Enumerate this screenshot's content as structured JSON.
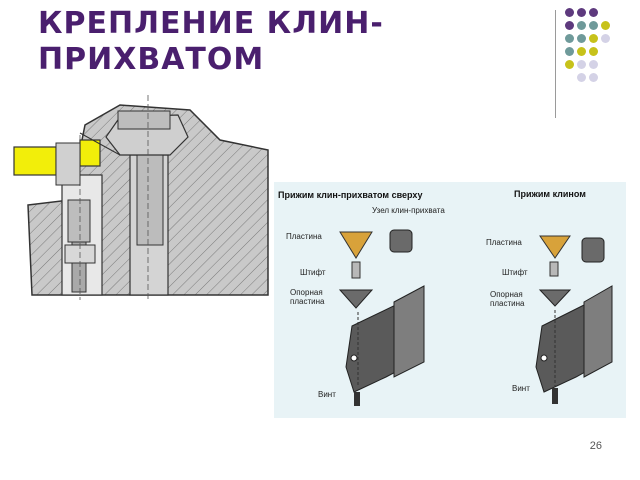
{
  "slide": {
    "title": "КРЕПЛЕНИЕ КЛИН-ПРИХВАТОМ",
    "page_number": "26"
  },
  "figure": {
    "left_heading": "Прижим клин-прихватом сверху",
    "right_heading": "Прижим клином",
    "left_labels": {
      "assembly": "Узел клин-прихвата",
      "plate": "Пластина",
      "pin": "Штифт",
      "support": "Опорная пластина",
      "screw": "Винт"
    },
    "right_labels": {
      "plate": "Пластина",
      "pin": "Штифт",
      "support": "Опорная пластина",
      "screw": "Винт"
    }
  },
  "colors": {
    "title": "#4a1f6e",
    "clamp_yellow": "#f2ee0a",
    "insert_gold": "#d8a23a",
    "panel_bg": "#e8f3f6",
    "dot_purple": "#5e3a7e",
    "dot_teal": "#6f9a9a",
    "dot_olive": "#c7c21a",
    "dot_lilac": "#d4d2e6"
  }
}
